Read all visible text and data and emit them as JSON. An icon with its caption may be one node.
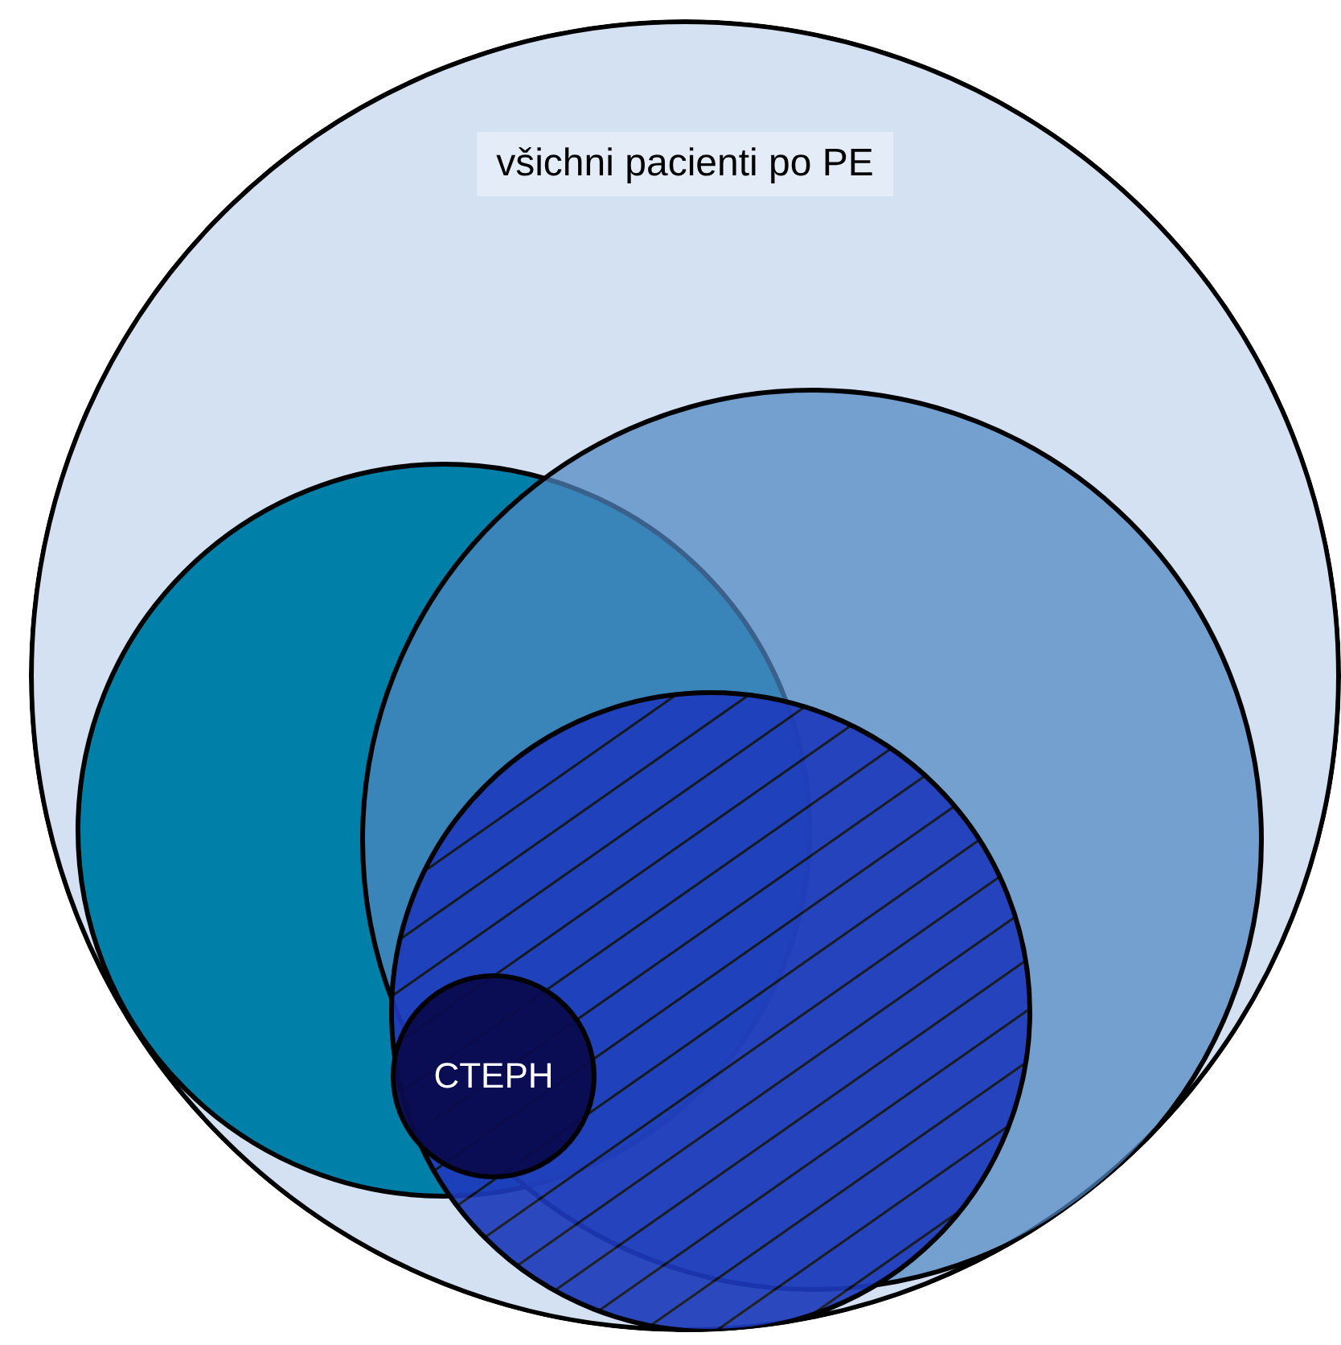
{
  "diagram": {
    "nodes": [
      {
        "text": [
          "všichni pacienti po PE"
        ]
      },
      {
        "text": [],
        "shape": "circle",
        "in": 0
      },
      {
        "text": [],
        "shape": "circle",
        "in": 0
      },
      {
        "text": [],
        "shape": "circle",
        "in": 0
      },
      {
        "text": [
          "CTEPH"
        ]
      }
    ],
    "edges": []
  }
}
